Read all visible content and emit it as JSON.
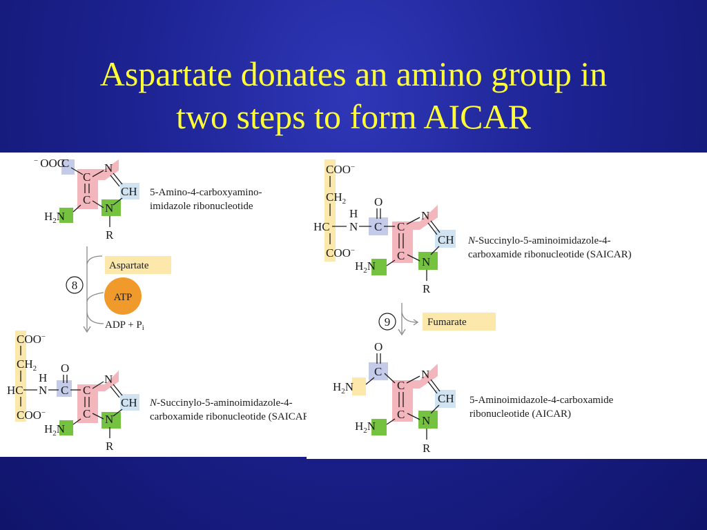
{
  "slide": {
    "title_line1": "Aspartate donates an amino group in",
    "title_line2": "two steps to form AICAR",
    "background": "#1c2290",
    "title_color": "#ffff33"
  },
  "colors": {
    "pink": "#f4b6bd",
    "blue": "#c3cbe9",
    "lightblue": "#cfe3f3",
    "green": "#74c23f",
    "yellow": "#fbe8aa",
    "orange": "#ef9a2a"
  },
  "atoms": {
    "C": "C",
    "N": "N",
    "CH": "CH",
    "CH2": "CH",
    "H2N": "H",
    "H2N_N": "N",
    "R": "R",
    "O": "O",
    "H": "H",
    "HC": "HC",
    "COO": "COO",
    "OOC": "OOC",
    "minus": "−",
    "two": "2",
    "ADP_P": "ADP + P",
    "i": "i"
  },
  "left_panel": {
    "compound1_name_line1": "5-Amino-4-carboxyamino-",
    "compound1_name_line2": "imidazole ribonucleotide",
    "step_number": "8",
    "reagent": "Aspartate",
    "cofactor": "ATP",
    "products": "ADP + P",
    "products_sub": "i",
    "compound2_name_line1_italic": "N",
    "compound2_name_line1": "-Succinylo-5-aminoimidazole-4-",
    "compound2_name_line2": "carboxamide ribonucleotide (SAICAR)"
  },
  "right_panel": {
    "compound1_name_line1_italic": "N",
    "compound1_name_line1": "-Succinylo-5-aminoimidazole-4-",
    "compound1_name_line2": "carboxamide ribonucleotide (SAICAR)",
    "step_number": "9",
    "product": "Fumarate",
    "compound2_name_line1": "5-Aminoimidazole-4-carboxamide",
    "compound2_name_line2": "ribonucleotide (AICAR)"
  }
}
